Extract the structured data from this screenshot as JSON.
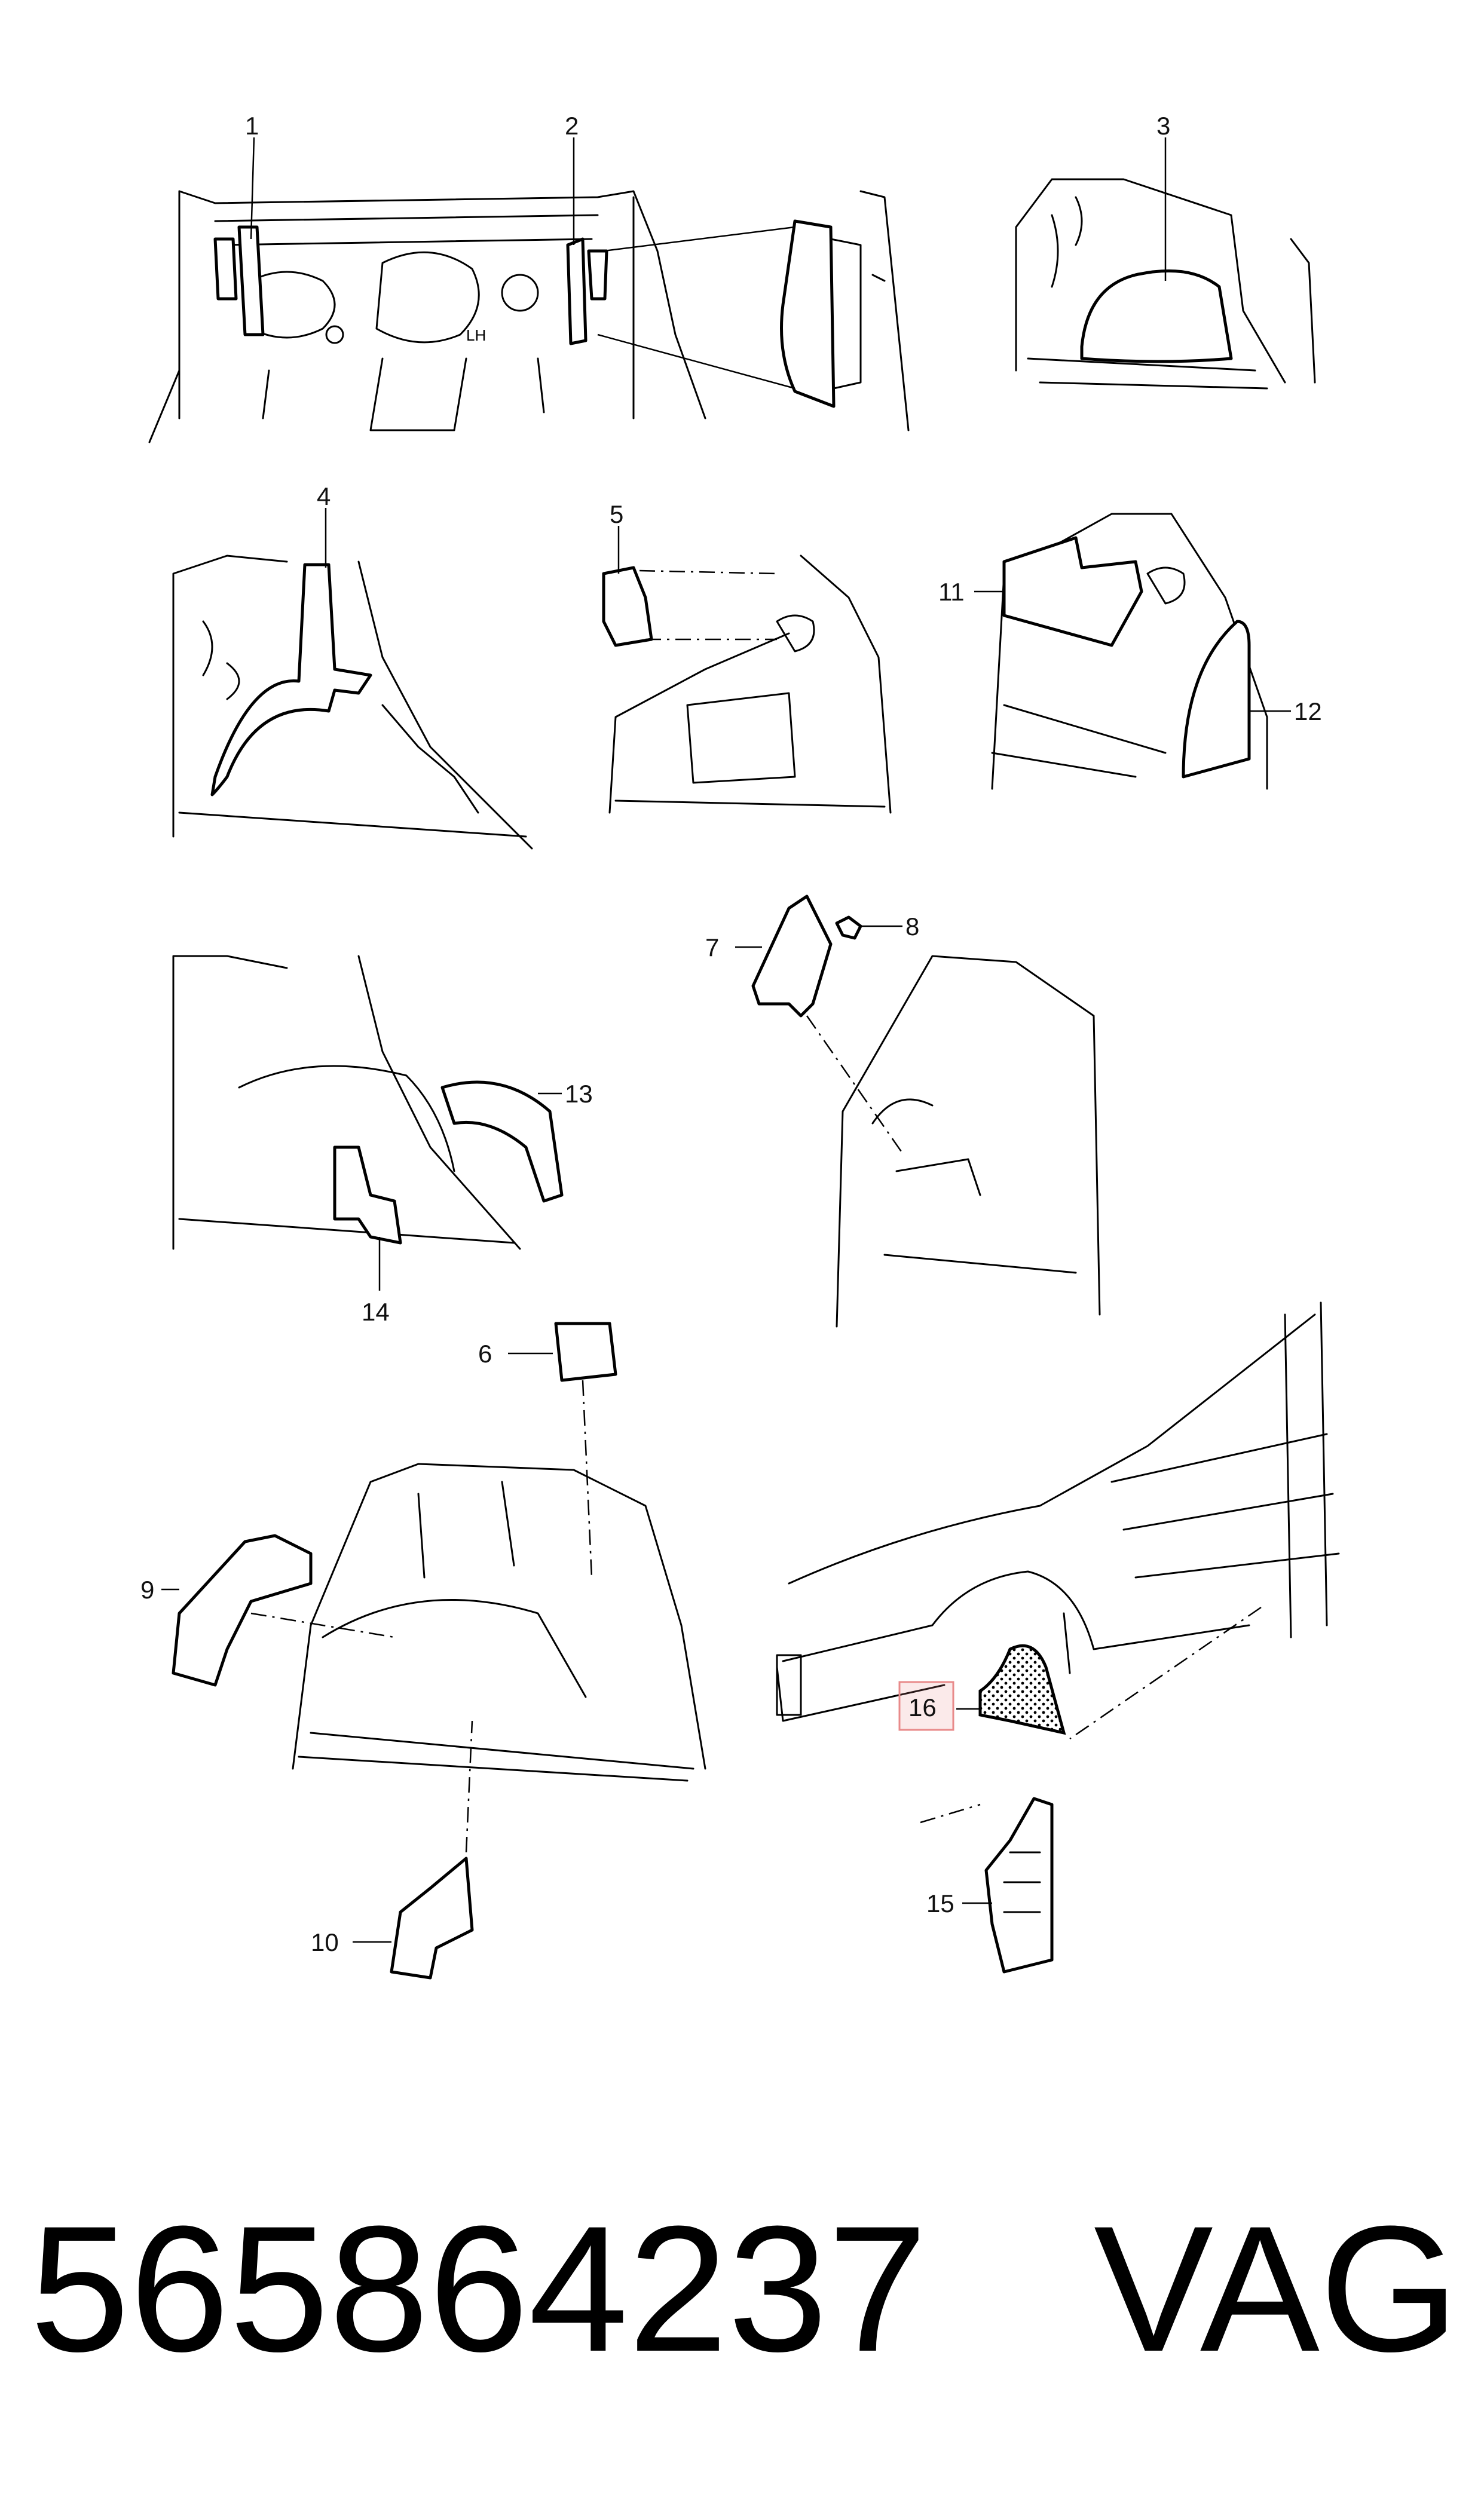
{
  "diagram": {
    "callouts": [
      "1",
      "2",
      "3",
      "4",
      "5",
      "6",
      "7",
      "8",
      "9",
      "10",
      "11",
      "12",
      "13",
      "14",
      "15",
      "16"
    ],
    "highlighted_callout": "16",
    "inline_label": "LH",
    "highlight_color": "#e88a8a"
  },
  "footer": {
    "part_number": "565864237",
    "brand": "VAG"
  }
}
